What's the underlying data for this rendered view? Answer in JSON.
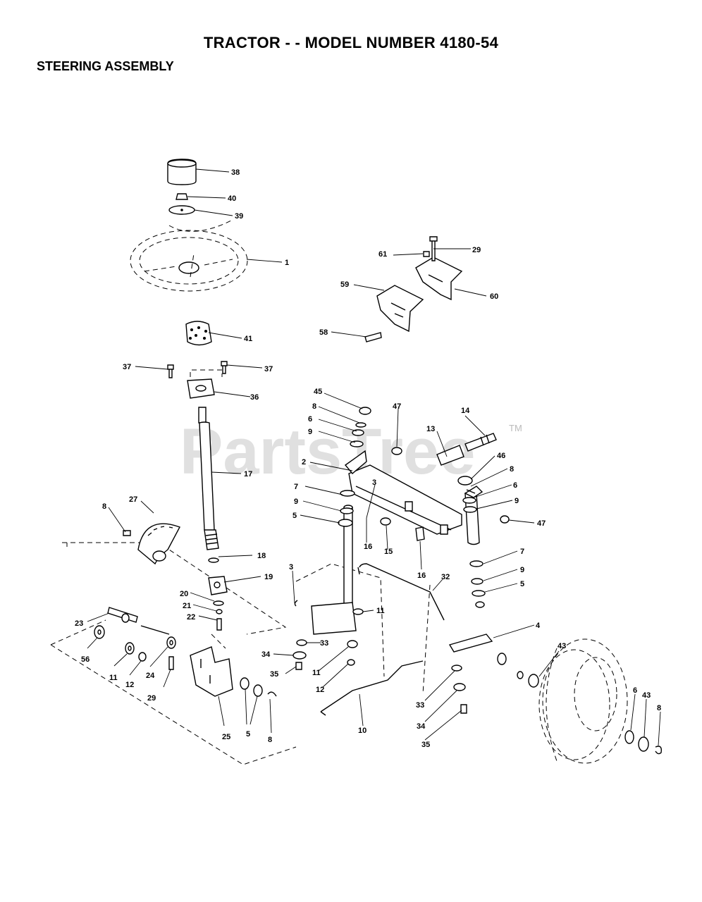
{
  "header": {
    "title": "TRACTOR - - MODEL NUMBER 4180-54",
    "subtitle": "STEERING ASSEMBLY"
  },
  "watermark": {
    "text": "PartsTree",
    "tm": "TM"
  },
  "callouts": [
    {
      "label": "38"
    },
    {
      "label": "40"
    },
    {
      "label": "39"
    },
    {
      "label": "1"
    },
    {
      "label": "41"
    },
    {
      "label": "37"
    },
    {
      "label": "37"
    },
    {
      "label": "36"
    },
    {
      "label": "17"
    },
    {
      "label": "27"
    },
    {
      "label": "8"
    },
    {
      "label": "18"
    },
    {
      "label": "19"
    },
    {
      "label": "20"
    },
    {
      "label": "21"
    },
    {
      "label": "22"
    },
    {
      "label": "23"
    },
    {
      "label": "56"
    },
    {
      "label": "11"
    },
    {
      "label": "12"
    },
    {
      "label": "24"
    },
    {
      "label": "29"
    },
    {
      "label": "25"
    },
    {
      "label": "5"
    },
    {
      "label": "8"
    },
    {
      "label": "29"
    },
    {
      "label": "61"
    },
    {
      "label": "59"
    },
    {
      "label": "60"
    },
    {
      "label": "58"
    },
    {
      "label": "45"
    },
    {
      "label": "8"
    },
    {
      "label": "6"
    },
    {
      "label": "9"
    },
    {
      "label": "47"
    },
    {
      "label": "14"
    },
    {
      "label": "13"
    },
    {
      "label": "2"
    },
    {
      "label": "46"
    },
    {
      "label": "8"
    },
    {
      "label": "6"
    },
    {
      "label": "9"
    },
    {
      "label": "7"
    },
    {
      "label": "9"
    },
    {
      "label": "5"
    },
    {
      "label": "3"
    },
    {
      "label": "16"
    },
    {
      "label": "15"
    },
    {
      "label": "47"
    },
    {
      "label": "16"
    },
    {
      "label": "7"
    },
    {
      "label": "9"
    },
    {
      "label": "5"
    },
    {
      "label": "3"
    },
    {
      "label": "32"
    },
    {
      "label": "11"
    },
    {
      "label": "4"
    },
    {
      "label": "33"
    },
    {
      "label": "34"
    },
    {
      "label": "11"
    },
    {
      "label": "35"
    },
    {
      "label": "12"
    },
    {
      "label": "43"
    },
    {
      "label": "33"
    },
    {
      "label": "34"
    },
    {
      "label": "35"
    },
    {
      "label": "10"
    },
    {
      "label": "6"
    },
    {
      "label": "43"
    },
    {
      "label": "8"
    }
  ]
}
